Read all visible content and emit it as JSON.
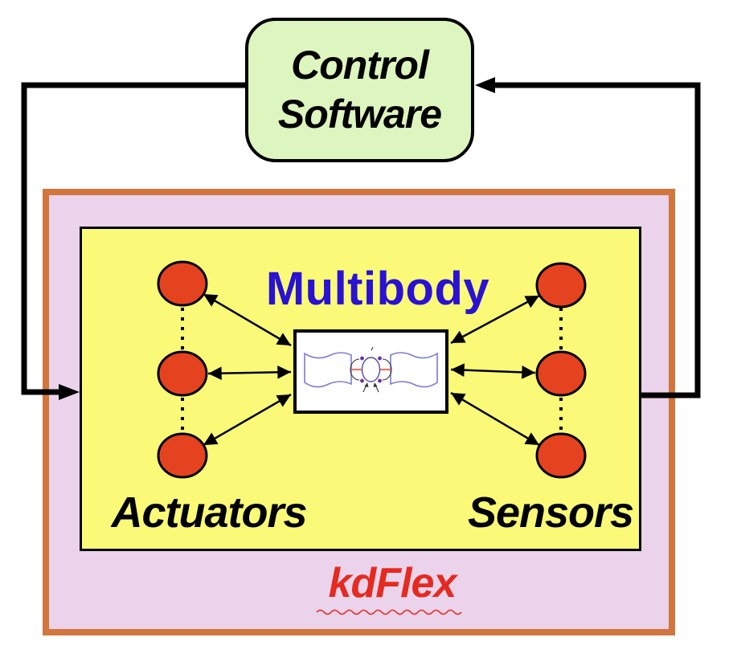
{
  "diagram": {
    "control_box": {
      "line1": "Control",
      "line2": "Software"
    },
    "multibody_label": "Multibody",
    "actuators_label": "Actuators",
    "sensors_label": "Sensors",
    "kdflex_label": "kdFlex",
    "nodes": {
      "actuator_count": 3,
      "sensor_count": 3
    },
    "colors": {
      "control_box_fill": "#DDF5BE",
      "inner_panel_fill": "#FAFA78",
      "outer_panel_fill": "#EBD3EB",
      "outer_panel_border": "#D1763D",
      "node_fill": "#E5431F",
      "multibody_text": "#2912D3",
      "kdflex_text": "#E52A1F",
      "satellite_panel_outline": "#7C7CD0",
      "satellite_strut": "#E87870",
      "satellite_handle_dot": "#6A2DA8"
    }
  }
}
